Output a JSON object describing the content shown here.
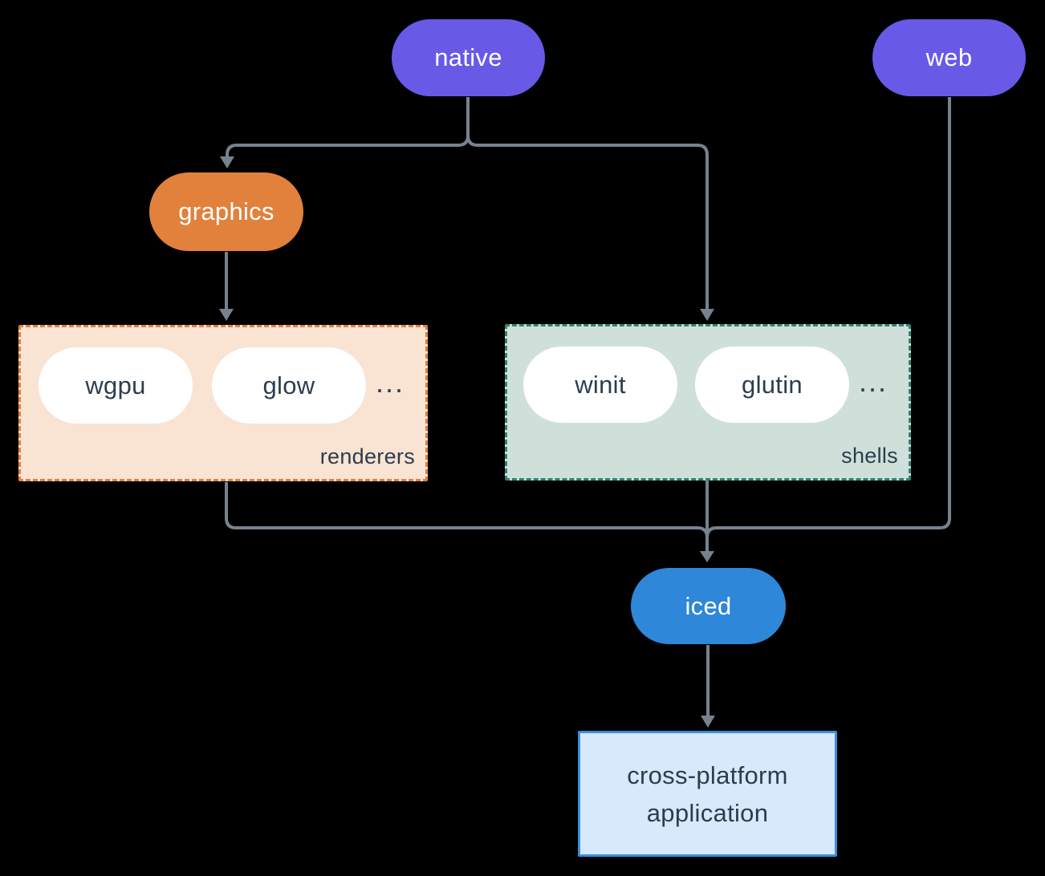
{
  "colors": {
    "background": "#000000",
    "purple": "#6859E7",
    "orange": "#E1813C",
    "orange-light": "#F9E3D3",
    "teal": "#2F8574",
    "teal-light": "#CFE0DA",
    "blue": "#2E87D8",
    "blue-light": "#D7E9FA",
    "blue-border": "#3C8FD9",
    "ink": "#2C3D4F",
    "line": "#76828E",
    "white": "#FFFFFF"
  },
  "nodes": {
    "native": {
      "label": "native"
    },
    "web": {
      "label": "web"
    },
    "graphics": {
      "label": "graphics"
    },
    "iced": {
      "label": "iced"
    },
    "app": {
      "label": "cross-platform application"
    }
  },
  "groups": {
    "renderers": {
      "label": "renderers",
      "items": [
        {
          "label": "wgpu"
        },
        {
          "label": "glow"
        }
      ],
      "more": "..."
    },
    "shells": {
      "label": "shells",
      "items": [
        {
          "label": "winit"
        },
        {
          "label": "glutin"
        }
      ],
      "more": "..."
    }
  }
}
